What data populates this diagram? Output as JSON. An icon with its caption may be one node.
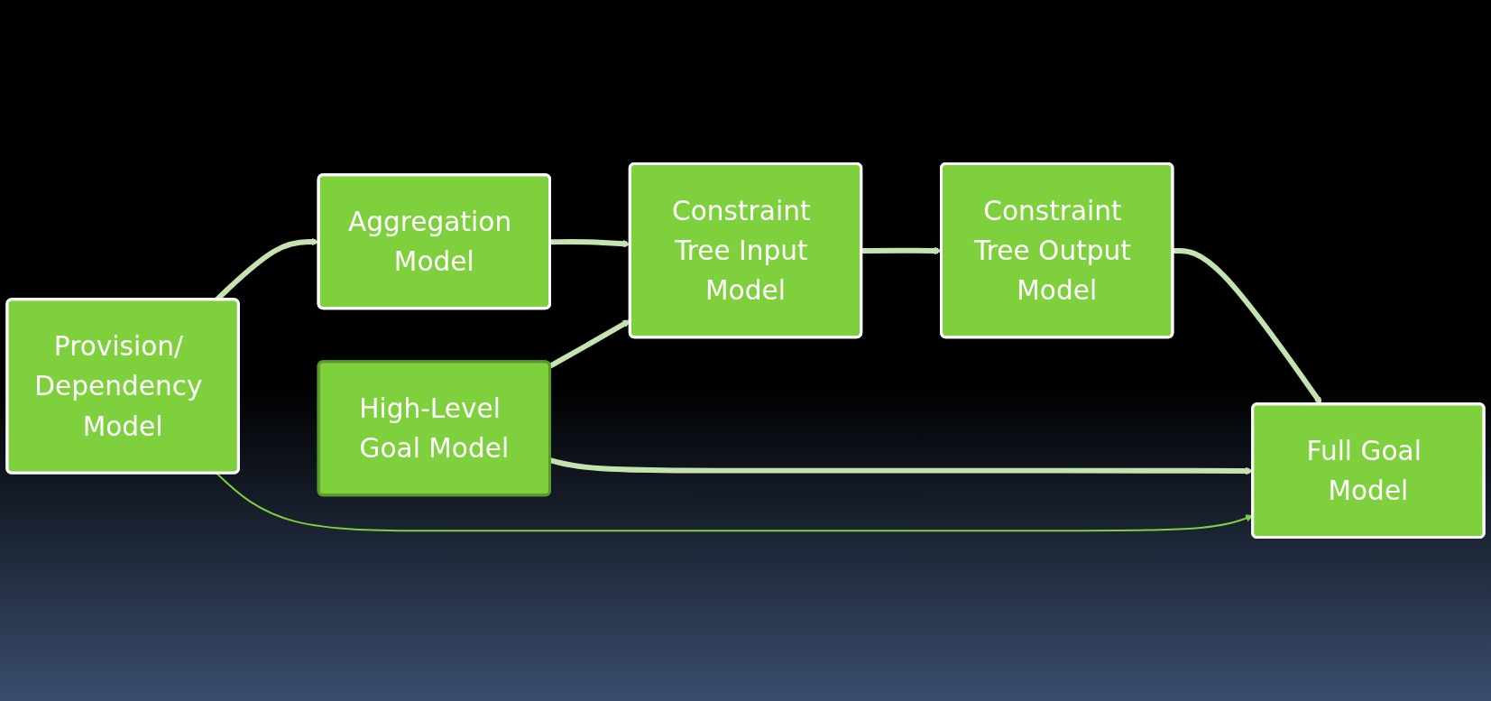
{
  "diagram": {
    "nodes": [
      {
        "text": [
          "Provision/ Dependency Model"
        ]
      },
      {
        "text": [
          "Aggregation Model"
        ]
      },
      {
        "text": [
          "Constraint Tree Input Model"
        ]
      },
      {
        "text": [
          "High-Level Goal Model"
        ]
      },
      {
        "text": [
          "Full Goal Model"
        ]
      },
      {
        "text": [
          "Constraint Tree Output Model"
        ]
      }
    ],
    "edges": [
      {
        "from": 0,
        "to": 1,
        "arrow": "to"
      },
      {
        "from": 1,
        "to": 2,
        "arrow": "to"
      },
      {
        "from": 2,
        "to": 5,
        "arrow": "to"
      },
      {
        "from": 5,
        "to": 4,
        "arrow": "to"
      },
      {
        "from": 3,
        "to": 4,
        "arrow": "to"
      },
      {
        "from": 3,
        "to": 2,
        "arrow": "to"
      },
      {
        "from": 0,
        "to": 4,
        "arrow": "to",
        "color": "#7ed03c"
      }
    ]
  }
}
